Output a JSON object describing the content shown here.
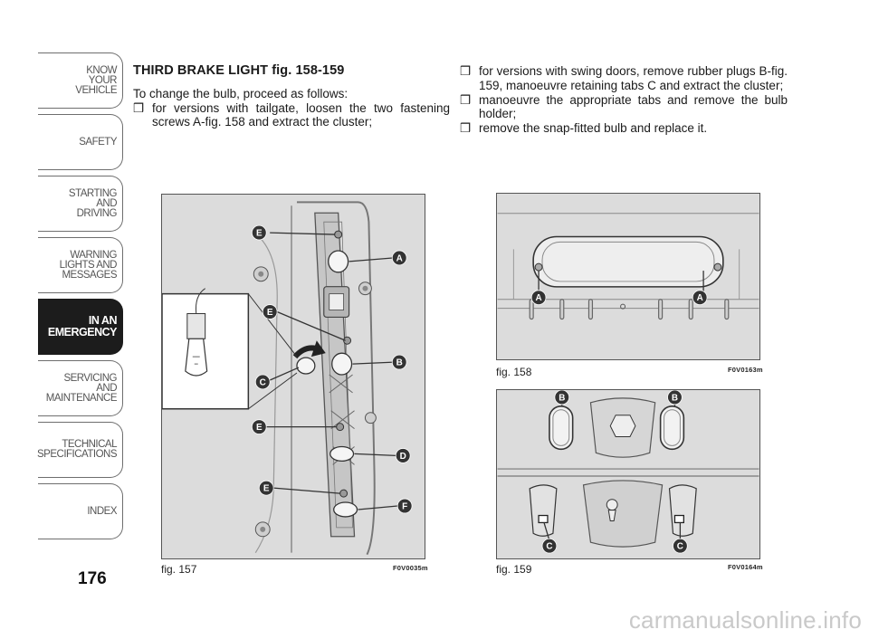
{
  "sidebar": {
    "tabs": [
      {
        "lines": [
          "KNOW",
          "YOUR",
          "VEHICLE"
        ],
        "active": false
      },
      {
        "lines": [
          "SAFETY"
        ],
        "active": false
      },
      {
        "lines": [
          "STARTING",
          "AND",
          "DRIVING"
        ],
        "active": false
      },
      {
        "lines": [
          "WARNING",
          "LIGHTS AND",
          "MESSAGES"
        ],
        "active": false
      },
      {
        "lines": [
          "IN AN",
          "EMERGENCY"
        ],
        "active": true
      },
      {
        "lines": [
          "SERVICING",
          "AND",
          "MAINTENANCE"
        ],
        "active": false
      },
      {
        "lines": [
          "TECHNICAL",
          "SPECIFICATIONS"
        ],
        "active": false
      },
      {
        "lines": [
          "INDEX"
        ],
        "active": false
      }
    ],
    "page_number": "176"
  },
  "content": {
    "heading": "THIRD BRAKE LIGHT fig. 158-159",
    "intro": "To change the bulb, proceed as follows:",
    "bullet_symbol": "❒",
    "left_bullets": [
      "for versions with tailgate, loosen the two fastening screws A-fig. 158 and extract the cluster;"
    ],
    "right_bullets": [
      "for versions with swing doors, remove rubber plugs B-fig. 159, manoeuvre retaining tabs C and extract the cluster;",
      "manoeuvre the appropriate tabs and remove the bulb holder;",
      "remove the snap-fitted bulb and replace it."
    ]
  },
  "figures": {
    "fig157": {
      "caption": "fig. 157",
      "code": "F0V0035m",
      "labels": {
        "e1": "E",
        "a": "A",
        "e2": "E",
        "b": "B",
        "c": "C",
        "e3": "E",
        "d": "D",
        "e4": "E",
        "f": "F"
      }
    },
    "fig158": {
      "caption": "fig. 158",
      "code": "F0V0163m",
      "labels": {
        "a1": "A",
        "a2": "A"
      }
    },
    "fig159": {
      "caption": "fig. 159",
      "code": "F0V0164m",
      "labels": {
        "b1": "B",
        "b2": "B",
        "c1": "C",
        "c2": "C"
      }
    }
  },
  "watermark": "carmanualsonline.info",
  "colors": {
    "active_tab": "#1c1c1c",
    "figure_bg": "#dcdcdc",
    "marker": "#333333"
  }
}
